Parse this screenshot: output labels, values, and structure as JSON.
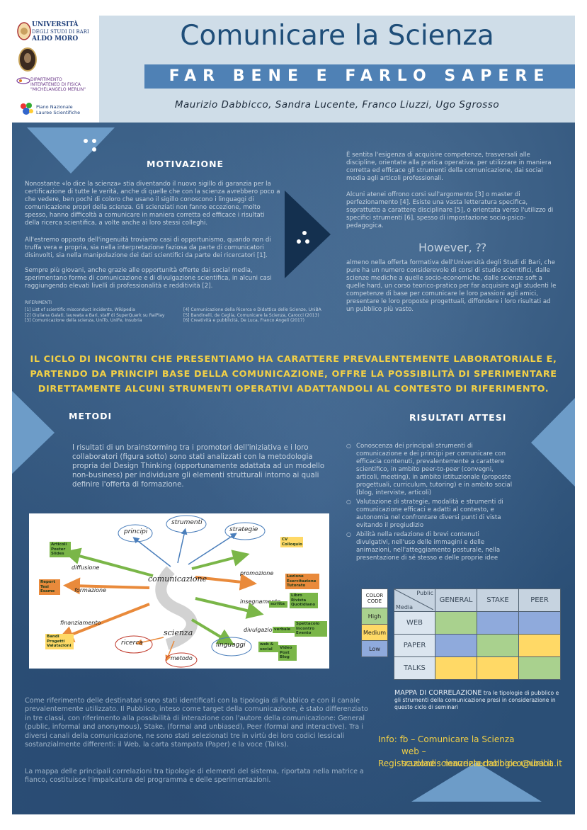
{
  "header": {
    "title": "Comunicare la Scienza",
    "subtitle": "FAR BENE E FARLO SAPERE",
    "authors": "Maurizio Dabbicco, Sandra Lucente, Franco Liuzzi, Ugo Sgrosso"
  },
  "logos": {
    "university_line1": "UNIVERSITÀ",
    "university_line2": "DEGLI STUDI DI BARI",
    "university_line3": "ALDO MORO",
    "department_line1": "DIPARTIMENTO",
    "department_line2": "INTERATENEO DI FISICA",
    "department_line3": "\"MICHELANGELO MERLIN\"",
    "pls_line1": "Piano Nazionale",
    "pls_line2": "Lauree Scientifiche"
  },
  "motivazione": {
    "heading": "MOTIVAZIONE",
    "p1": "Nonostante «lo dice la scienza» stia diventando il nuovo sigillo di garanzia per la certificazione di tutte le verità, anche di quelle che con la scienza avrebbero poco a che vedere, ben pochi di coloro che usano il sigillo conoscono i linguaggi di comunicazione propri della scienza. Gli scienziati non fanno eccezione, molto spesso, hanno difficoltà a comunicare in maniera corretta ed efficace i risultati della ricerca scientifica, a volte anche ai loro stessi colleghi.",
    "p2": "All'estremo opposto dell'ingenuità troviamo casi di opportunismo, quando non di truffa vera e propria, sia nella interpretazione faziosa da parte di comunicatori disinvolti, sia nella manipolazione dei dati scientifici da parte dei ricercatori [1].",
    "p3": "Sempre più giovani, anche grazie alle opportunità offerte dai social media, sperimentano forme di comunicazione e di divulgazione scientifica, in alcuni casi raggiungendo elevati livelli di professionalità e redditività [2].",
    "refs_heading": "RIFERIMENTI",
    "refs_left": [
      "[1] List of scientific misconduct incidents, Wikipedia",
      "[2] Giuliana Galati, laureata a Bari, staff di SuperQuark su RaiPlay",
      "[3] Comunicazione della scienza, UniTo, UniFe, Insubria"
    ],
    "refs_right": [
      "[4] Comunicazione della Ricerca e Didattica delle Scienze, UniBA",
      "[5] Bandinelli, de Ceglia, Comunicare la Scienza, Carocci (2013)",
      "[6] Creatività e pubblicità, De Luca, Franco Angeli (2017)"
    ]
  },
  "right_column": {
    "p1": "È sentita l'esigenza di acquisire competenze, trasversali alle discipline, orientate alla pratica operativa, per utilizzare in maniera corretta ed efficace gli strumenti della comunicazione, dai social media agli articoli professionali.",
    "p2": "Alcuni atenei offrono corsi sull'argomento [3] o master di perfezionamento [4]. Esiste una vasta letteratura specifica, soprattutto a carattere disciplinare [5], o orientata verso l'utilizzo di specifici strumenti [6], spesso di impostazione socio-psico-pedagogica.",
    "however": "However, ⁇",
    "p3": "almeno nella offerta formativa dell'Università degli Studi di Bari, che pure ha un numero considerevole di corsi di studio scientifici, dalle scienze mediche a quelle socio-economiche, dalle scienze soft a quelle hard, un corso teorico-pratico per far acquisire agli studenti le competenze di base per comunicare le loro passioni agli amici, presentare le loro proposte progettuali, diffondere i loro risultati ad un pubblico più vasto."
  },
  "banner": {
    "line1": "IL CICLO DI INCONTRI CHE PRESENTIAMO HA CARATTERE PREVALENTEMENTE LABORATORIALE E,",
    "line2": "PARTENDO DA PRINCIPI BASE DELLA COMUNICAZIONE, OFFRE LA POSSIBILITÀ DI SPERIMENTARE",
    "line3": "DIRETTAMENTE ALCUNI STRUMENTI OPERATIVI ADATTANDOLI AL CONTESTO DI RIFERIMENTO."
  },
  "metodi": {
    "heading": "METODI",
    "p1": "I risultati di un brainstorming tra i promotori dell'iniziativa e i loro collaboratori (figura sotto) sono stati analizzati con la metodologia propria del Design Thinking (opportunamente adattata ad un modello non-business) per individuare gli elementi strutturali intorno ai quali definire l'offerta di formazione.",
    "p2": "Come riferimento delle destinatari sono stati identificati con la tipologia di Pubblico e con il canale prevalentemente utilizzato. Il Pubblico, inteso come target della comunicazione, è stato differenziato in tre classi, con riferimento alla possibilità di interazione con l'autore della comunicazione: General (public, informal and anonymous), Stake, (formal and unbiased), Peer (formal and interactive). Tra i diversi canali della comunicazione, ne sono stati selezionati tre in virtù dei loro codici lessicali sostanzialmente differenti: il Web, la carta stampata (Paper) e la voce (Talks).",
    "p3": "La mappa delle principali correlazioni tra tipologie di elementi del sistema, riportata nella matrice a fianco, costituisce l'impalcatura del programma e delle sperimentazioni."
  },
  "diagram": {
    "center1": "comunicazione",
    "center2": "scienza",
    "principi": "principi",
    "strumenti": "strumenti",
    "strategie": "strategie",
    "promozione": "promozione",
    "insegnamento": "insegnamento",
    "divulgazione": "divulgazione",
    "linguaggi": "linguaggi",
    "metodo": "metodo",
    "ricerca": "ricerca",
    "finanziamento": "finanziamento",
    "formazione": "formazione",
    "diffusione": "diffusione",
    "note_articoli": "Articoli Poster Slides",
    "note_report": "Report Tesi Esame",
    "note_bandi": "Bandi Progetti Valutazioni",
    "note_cv": "CV Colloquio",
    "note_lezione": "Lezione Esercitazione Tutorato",
    "note_scritta": "scritta",
    "note_libro": "Libro Rivista Quotidiano",
    "note_verbale": "verbale",
    "note_spettacolo": "Spettacolo Incontro Evento",
    "note_web": "web & social",
    "note_video": "Video Post Blog"
  },
  "risultati": {
    "heading": "RISULTATI ATTESI",
    "items": [
      "Conoscenza dei principali strumenti di comunicazione e dei principi per comunicare con efficacia contenuti, prevalentemente a carattere scientifico, in ambito peer-to-peer (convegni, articoli, meeting), in ambito istituzionale (proposte progettuali, curriculum, tutoring) e in ambito social (blog, interviste, articoli)",
      "Valutazione di strategie, modalità e strumenti di comunicazione efficaci e adatti al contesto, e autonomia nel confrontare diversi punti di vista evitando il pregiudizio",
      "Abilità nella redazione di brevi contenuti divulgativi, nell'uso delle immagini e delle animazioni, nell'atteggiamento posturale, nella presentazione di sé stesso e delle proprie idee"
    ]
  },
  "matrix": {
    "legend_header": "COLOR CODE",
    "legend": [
      "High",
      "Medium",
      "Low"
    ],
    "corner_public": "Public",
    "corner_media": "Media",
    "columns": [
      "GENERAL",
      "STAKE",
      "PEER"
    ],
    "rows": [
      {
        "label": "WEB",
        "levels": [
          "High",
          "Low",
          "Low"
        ]
      },
      {
        "label": "PAPER",
        "levels": [
          "Low",
          "High",
          "Medium"
        ]
      },
      {
        "label": "TALKS",
        "levels": [
          "Medium",
          "Medium",
          "High"
        ]
      }
    ],
    "colors": {
      "High": "#a9d18e",
      "Medium": "#ffd966",
      "Low": "#8faadc"
    },
    "caption_bold": "MAPPA DI CORRELAZIONE",
    "caption_rest": " tra le tipologie di pubblico e gli strumenti della comunicazione presi in considerazione in questo ciclo di seminari"
  },
  "info": {
    "line1": "Info: fb – Comunicare la Scienza",
    "line2": "web – scuoladiscienzeetecnologie.uniba.it",
    "line3": "Registrazione :  maurizio.dabbicco@uniba.it"
  }
}
